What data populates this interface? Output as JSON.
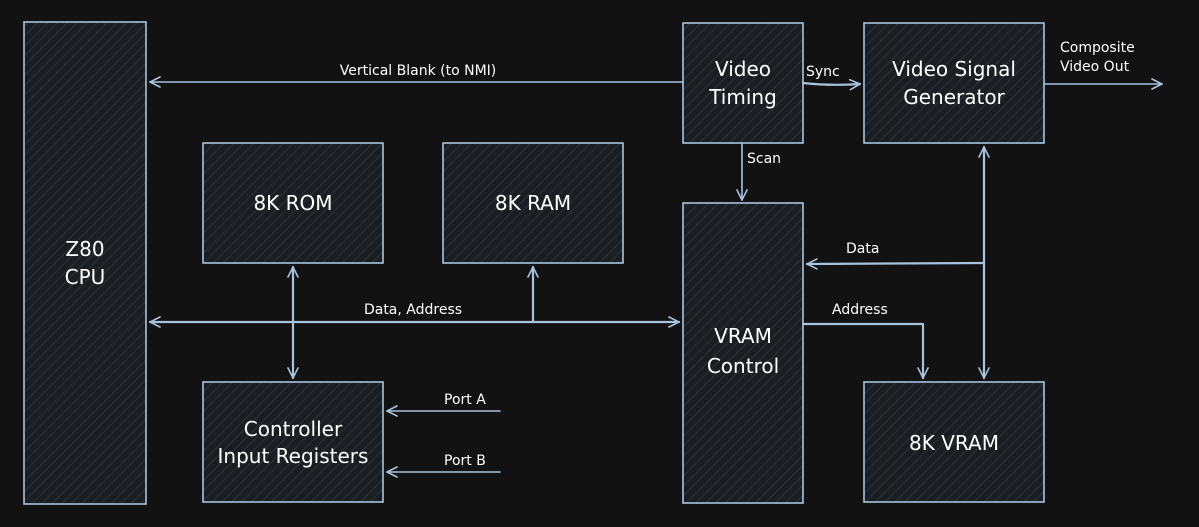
{
  "colors": {
    "background": "#121212",
    "stroke": "#a8c4dc",
    "text": "#ffffff"
  },
  "blocks": {
    "cpu": [
      "Z80",
      "CPU"
    ],
    "rom": "8K ROM",
    "ram": "8K RAM",
    "controller": [
      "Controller",
      "Input Registers"
    ],
    "video_timing": [
      "Video",
      "Timing"
    ],
    "video_signal": [
      "Video Signal",
      "Generator"
    ],
    "vram_control": [
      "VRAM",
      "Control"
    ],
    "vram": "8K VRAM"
  },
  "connections": {
    "vblank": "Vertical Blank (to NMI)",
    "sync": "Sync",
    "composite": [
      "Composite",
      "Video Out"
    ],
    "scan": "Scan",
    "data_address": "Data, Address",
    "data": "Data",
    "address": "Address",
    "port_a": "Port A",
    "port_b": "Port B"
  }
}
